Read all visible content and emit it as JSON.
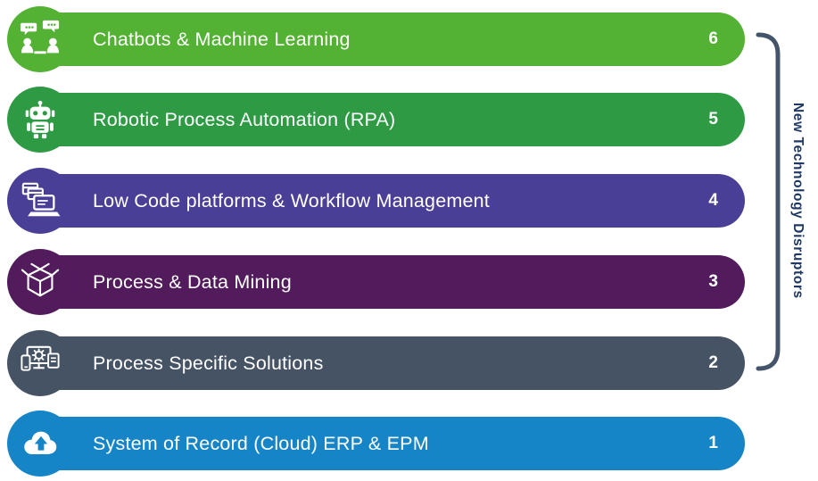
{
  "diagram": {
    "bracket_label": "New Technology Disruptors",
    "bracket_color": "#44546A",
    "bracket_label_color": "#1F3864"
  },
  "rows": [
    {
      "label": "Chatbots & Machine Learning",
      "number": "6",
      "color": "#53B233",
      "icon": "chatbots-machine-learning-icon"
    },
    {
      "label": "Robotic Process Automation (RPA)",
      "number": "5",
      "color": "#2E9B44",
      "icon": "robot-icon"
    },
    {
      "label": "Low Code platforms & Workflow Management",
      "number": "4",
      "color": "#4A3F97",
      "icon": "low-code-laptop-icon"
    },
    {
      "label": "Process & Data Mining",
      "number": "3",
      "color": "#521B5C",
      "icon": "open-box-icon"
    },
    {
      "label": "Process Specific Solutions",
      "number": "2",
      "color": "#465365",
      "icon": "devices-gear-icon"
    },
    {
      "label": "System of Record (Cloud) ERP & EPM",
      "number": "1",
      "color": "#1585C8",
      "icon": "cloud-upload-icon"
    }
  ]
}
